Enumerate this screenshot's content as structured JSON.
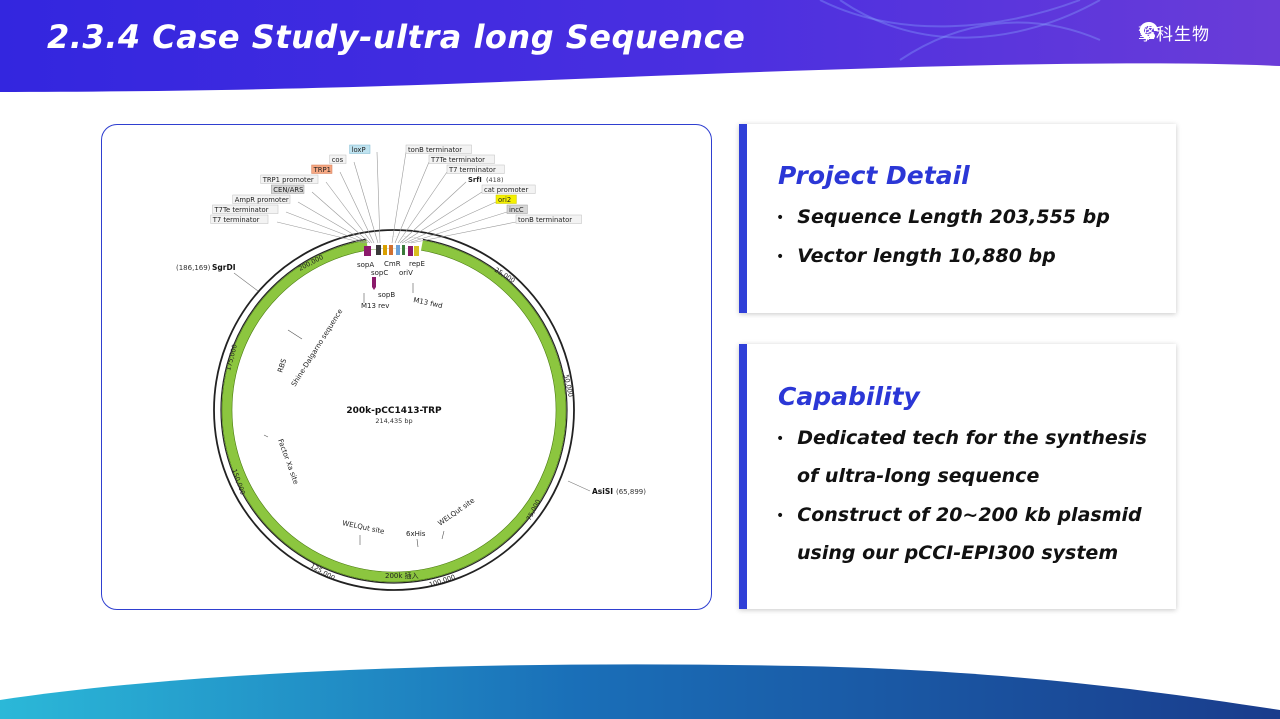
{
  "header": {
    "title": "2.3.4  Case Study-ultra long Sequence",
    "logo_text": "擎科生物",
    "logo_icon": "brand-logo-icon",
    "gradient_start": "#3a2ee0",
    "gradient_end": "#5a2bd8"
  },
  "plasmid_map": {
    "name": "200k-pCC1413-TRP",
    "size": "214,435 bp",
    "backbone_color": "#8cc63f",
    "top_labels": [
      {
        "text": "loxP",
        "style": "box-blue"
      },
      {
        "text": "tonB terminator",
        "style": "box-gray"
      },
      {
        "text": "cos",
        "style": "box-gray"
      },
      {
        "text": "T7Te terminator",
        "style": "box-gray"
      },
      {
        "text": "TRP1",
        "style": "box-orange"
      },
      {
        "text": "T7 terminator",
        "style": "box-gray"
      },
      {
        "text": "TRP1 promoter",
        "style": "box-gray"
      },
      {
        "text": "SrfI",
        "style": "bold",
        "suffix": "(418)"
      },
      {
        "text": "CEN/ARS",
        "style": "box-darkgray"
      },
      {
        "text": "cat promoter",
        "style": "box-gray"
      },
      {
        "text": "AmpR promoter",
        "style": "box-gray"
      },
      {
        "text": "ori2",
        "style": "box-yellow"
      },
      {
        "text": "T7Te terminator",
        "style": "box-gray"
      },
      {
        "text": "incC",
        "style": "box-darkgray"
      },
      {
        "text": "T7 terminator",
        "style": "box-gray"
      },
      {
        "text": "tonB terminator",
        "style": "box-gray"
      }
    ],
    "sites": [
      {
        "text": "SgrDI",
        "pos": "(186,169)"
      },
      {
        "text": "AsiSI",
        "pos": "(65,899)"
      }
    ],
    "inner_features": [
      "sopA",
      "sopC",
      "CmR",
      "oriV",
      "repE",
      "sopB",
      "M13 rev",
      "M13 fwd",
      "RBS",
      "Shine-Dalgarno sequence",
      "Factor Xa site",
      "WELQut site",
      "6xHis",
      "WELQut site"
    ],
    "ticks": [
      "200,000",
      "25,000",
      "175,000",
      "50,000",
      "150,000",
      "75,000",
      "125,000",
      "100,000"
    ],
    "insert_label": "200k 插入"
  },
  "cards": {
    "project": {
      "title": "Project Detail",
      "items": [
        "Sequence Length 203,555 bp",
        "Vector length 10,880 bp"
      ]
    },
    "capability": {
      "title": "Capability",
      "items": [
        {
          "line1": "Dedicated tech for the synthesis",
          "line2": "of ultra-long sequence"
        },
        {
          "line1": "Construct of 20~200 kb plasmid",
          "line2": "using our pCCI-EPI300 system"
        }
      ]
    },
    "accent_color": "#2b37d6",
    "bullet": "•"
  }
}
